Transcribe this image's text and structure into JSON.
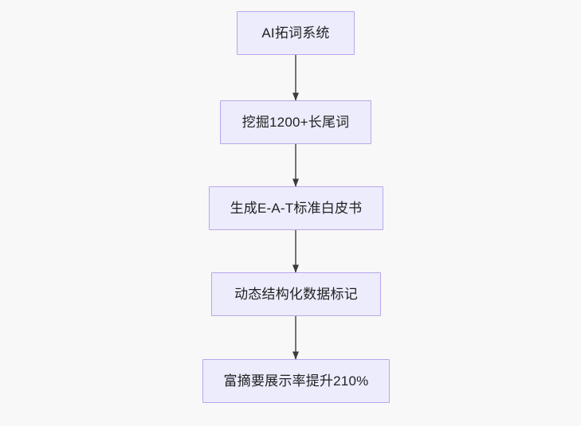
{
  "diagram": {
    "type": "flowchart",
    "direction": "top-to-bottom",
    "background_color": "#f8f8f8",
    "node_fill_color": "#ececfd",
    "node_border_color": "#b9a7e8",
    "node_text_color": "#1f2020",
    "edge_color": "#757575",
    "nodes": [
      {
        "id": "n0",
        "label": "AI拓词系统"
      },
      {
        "id": "n1",
        "label": "挖掘1200+长尾词"
      },
      {
        "id": "n2",
        "label": "生成E-A-T标准白皮书"
      },
      {
        "id": "n3",
        "label": "动态结构化数据标记"
      },
      {
        "id": "n4",
        "label": "富摘要展示率提升210%"
      }
    ],
    "edges": [
      {
        "from": "n0",
        "to": "n1",
        "label": "",
        "arrowhead": "triangle-filled"
      },
      {
        "from": "n1",
        "to": "n2",
        "label": "",
        "arrowhead": "triangle-filled"
      },
      {
        "from": "n2",
        "to": "n3",
        "label": "",
        "arrowhead": "triangle-filled"
      },
      {
        "from": "n3",
        "to": "n4",
        "label": "",
        "arrowhead": "triangle-filled"
      }
    ]
  }
}
